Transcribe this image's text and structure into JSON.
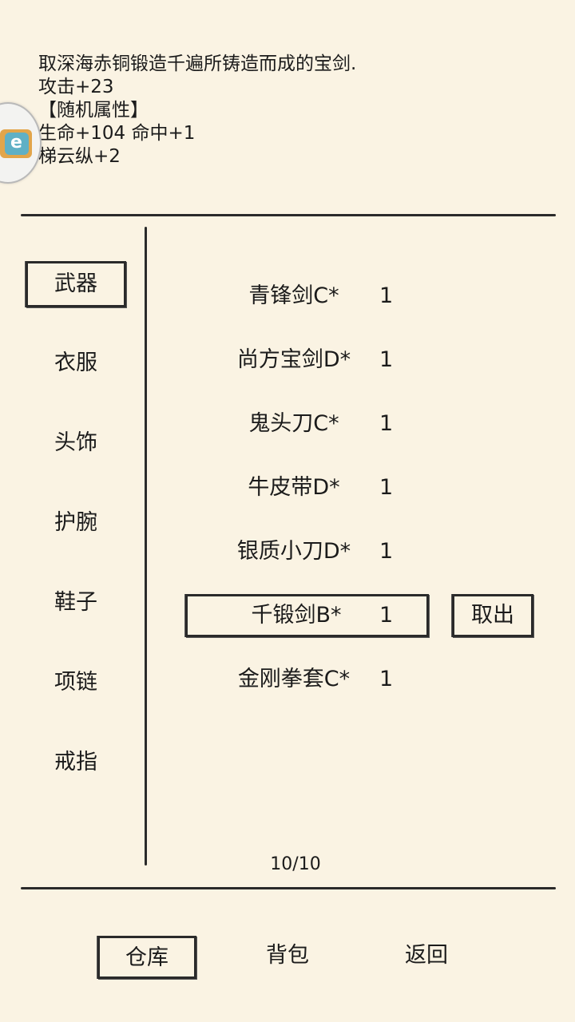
{
  "detail": {
    "description": "取深海赤铜锻造千遍所铸造而成的宝剑.",
    "attack": "攻击+23",
    "random_header": "【随机属性】",
    "attr_line1": "生命+104 命中+1",
    "attr_line2": "梯云纵+2"
  },
  "categories": [
    {
      "label": "武器"
    },
    {
      "label": "衣服"
    },
    {
      "label": "头饰"
    },
    {
      "label": "护腕"
    },
    {
      "label": "鞋子"
    },
    {
      "label": "项链"
    },
    {
      "label": "戒指"
    }
  ],
  "items": [
    {
      "name": "青锋剑C*",
      "count": "1"
    },
    {
      "name": "尚方宝剑D*",
      "count": "1"
    },
    {
      "name": "鬼头刀C*",
      "count": "1"
    },
    {
      "name": "牛皮带D*",
      "count": "1"
    },
    {
      "name": "银质小刀D*",
      "count": "1"
    },
    {
      "name": "千锻剑B*",
      "count": "1"
    },
    {
      "name": "金刚拳套C*",
      "count": "1"
    }
  ],
  "take_out_label": "取出",
  "page_indicator": "10/10",
  "bottom_nav": {
    "warehouse": "仓库",
    "backpack": "背包",
    "back": "返回"
  }
}
